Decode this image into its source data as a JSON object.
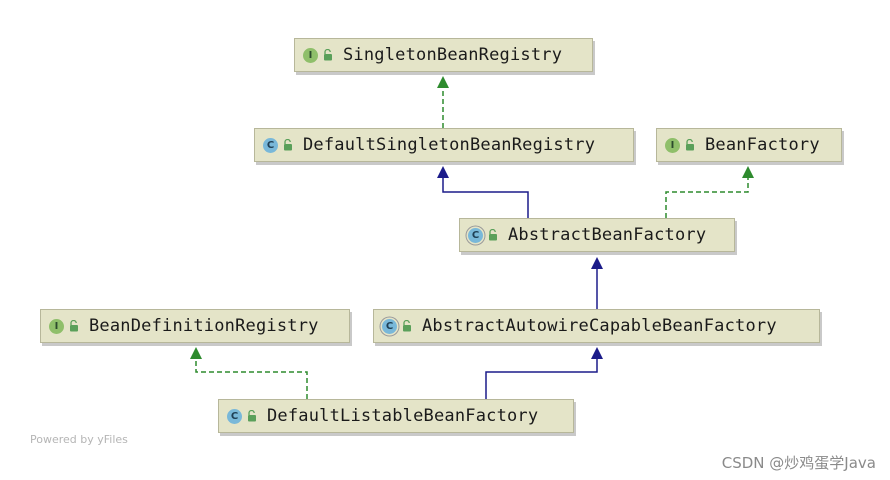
{
  "nodes": {
    "singleton_bean_registry": {
      "name": "SingletonBeanRegistry",
      "kind": "I"
    },
    "default_singleton_bean_registry": {
      "name": "DefaultSingletonBeanRegistry",
      "kind": "C"
    },
    "bean_factory": {
      "name": "BeanFactory",
      "kind": "I"
    },
    "abstract_bean_factory": {
      "name": "AbstractBeanFactory",
      "kind": "C"
    },
    "bean_definition_registry": {
      "name": "BeanDefinitionRegistry",
      "kind": "I"
    },
    "abstract_autowire_capable_bean_factory": {
      "name": "AbstractAutowireCapableBeanFactory",
      "kind": "C"
    },
    "default_listable_bean_factory": {
      "name": "DefaultListableBeanFactory",
      "kind": "C"
    }
  },
  "edge_colors": {
    "extends": "#1c1c8a",
    "implements": "#2e8b2e"
  },
  "footnote": "Powered by yFiles",
  "watermark": "CSDN @炒鸡蛋学Java"
}
